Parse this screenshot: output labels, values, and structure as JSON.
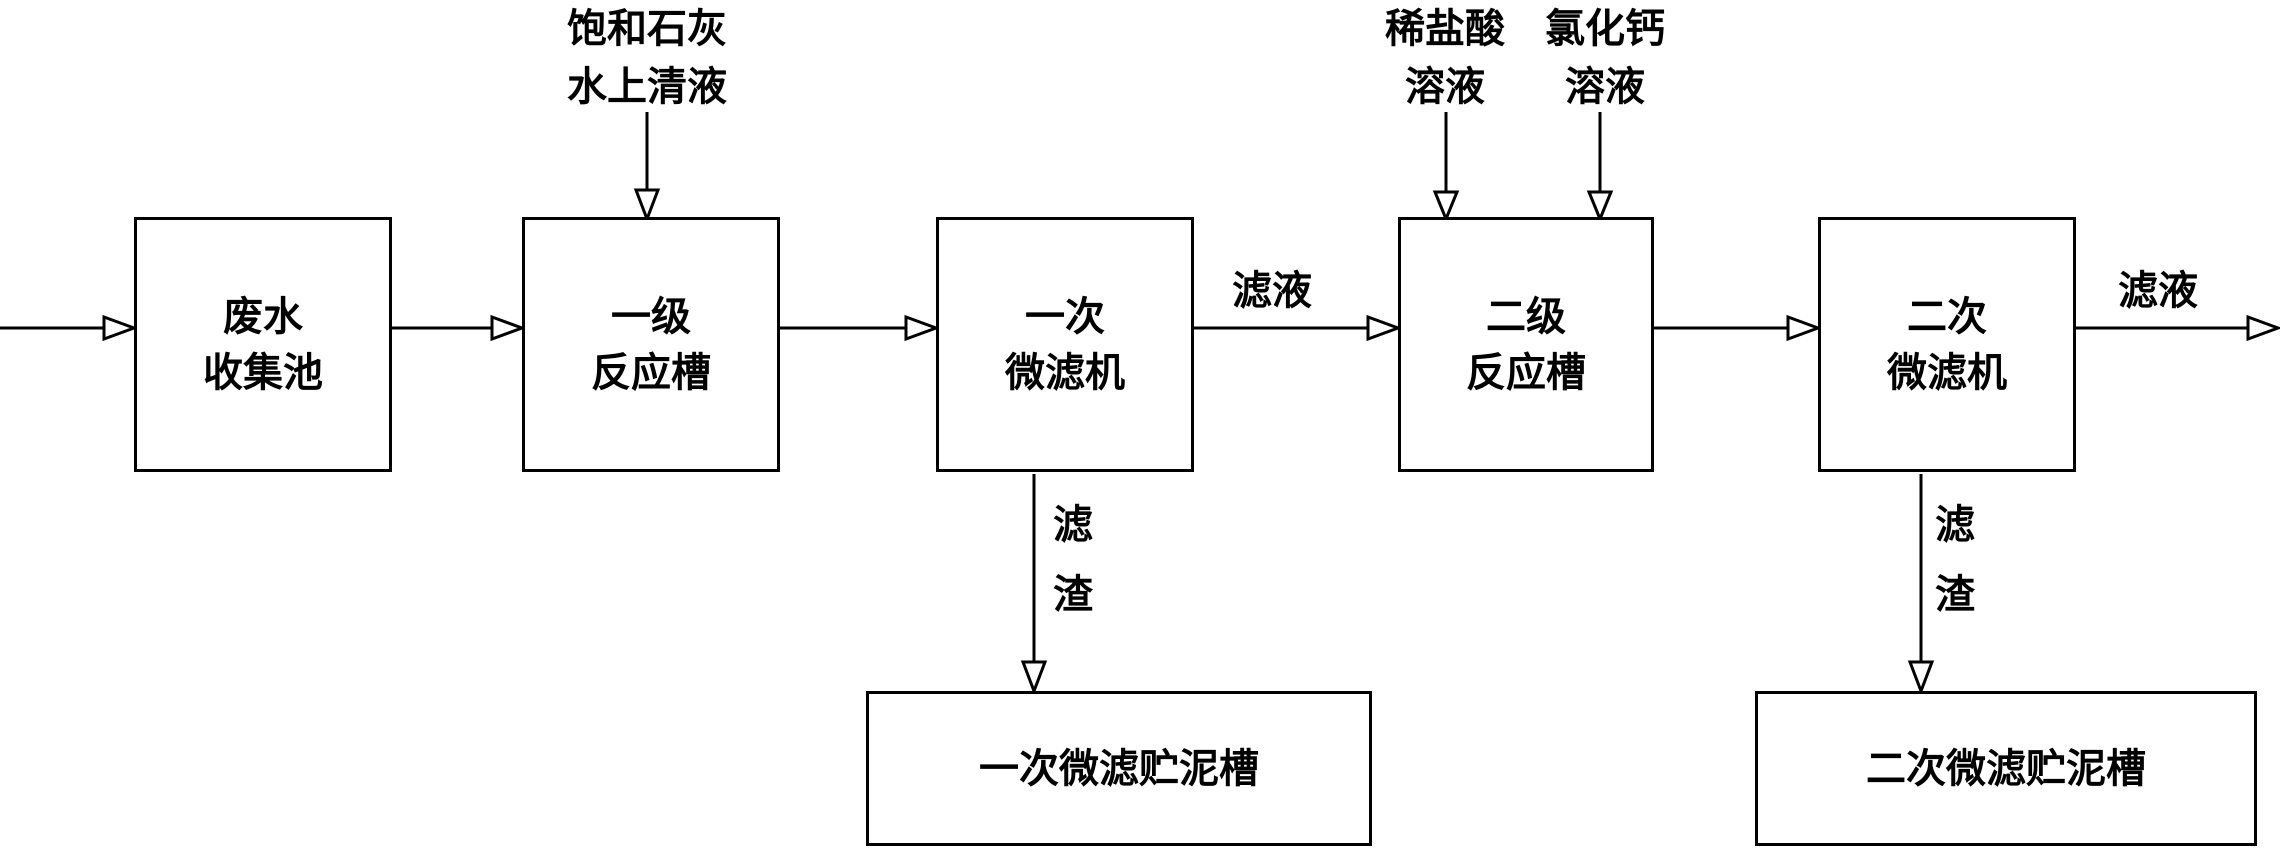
{
  "nodes": {
    "collection_pool": [
      "废水",
      "收集池"
    ],
    "reactor_1": [
      "一级",
      "反应槽"
    ],
    "microfilter_1": [
      "一次",
      "微滤机"
    ],
    "reactor_2": [
      "二级",
      "反应槽"
    ],
    "microfilter_2": [
      "二次",
      "微滤机"
    ],
    "sludge_tank_1": "一次微滤贮泥槽",
    "sludge_tank_2": "二次微滤贮泥槽"
  },
  "inputs": {
    "limewater": [
      "饱和石灰",
      "水上清液"
    ],
    "dilute_hcl": [
      "稀盐酸",
      "溶液"
    ],
    "calcium_chloride": [
      "氯化钙",
      "溶液"
    ]
  },
  "edge_labels": {
    "filtrate_1": "滤液",
    "filtrate_2": "滤液",
    "residue_1": [
      "滤",
      "渣"
    ],
    "residue_2": [
      "滤",
      "渣"
    ]
  }
}
